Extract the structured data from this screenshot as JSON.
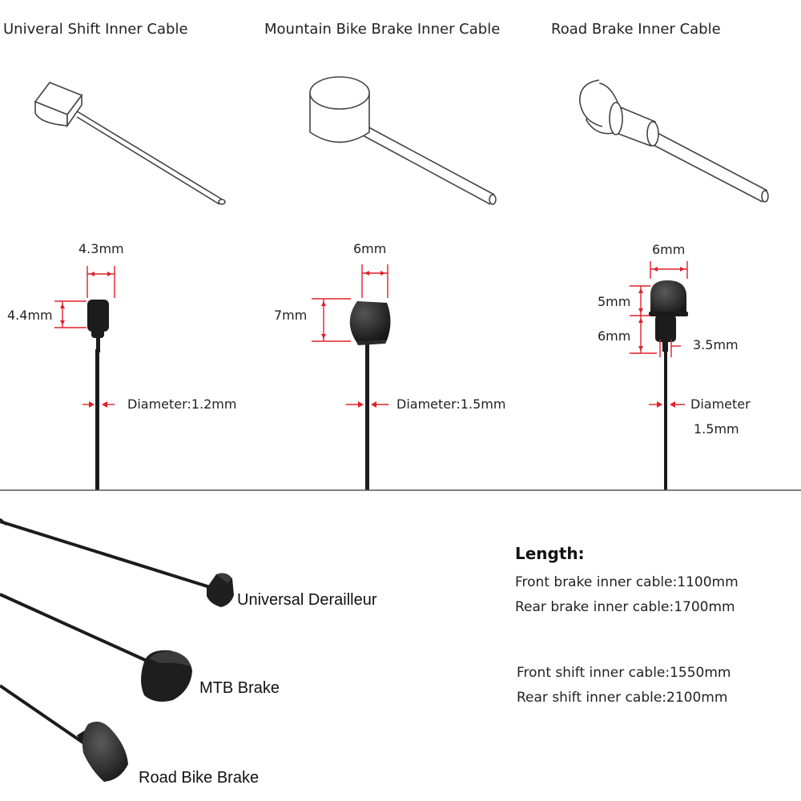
{
  "titles": {
    "shift": "Univeral Shift Inner Cable",
    "mtb": "Mountain Bike Brake Inner Cable",
    "road": "Road Brake Inner Cable"
  },
  "dims": {
    "shift": {
      "width": "4.3mm",
      "height": "4.4mm",
      "diameter": "Diameter:1.2mm"
    },
    "mtb": {
      "width": "6mm",
      "height": "7mm",
      "diameter": "Diameter:1.5mm"
    },
    "road": {
      "width": "6mm",
      "cap_height": "5mm",
      "neck_height": "6mm",
      "neck_width": "3.5mm",
      "diameter_line1": "Diameter",
      "diameter_line2": "1.5mm"
    }
  },
  "length": {
    "heading": "Length:",
    "front_brake": "Front brake inner cable:1100mm",
    "rear_brake": "Rear brake inner cable:1700mm",
    "front_shift": "Front shift inner cable:1550mm",
    "rear_shift": "Rear shift inner cable:2100mm"
  },
  "photo_labels": {
    "derailleur": "Universal Derailleur",
    "mtb": "MTB Brake",
    "road": "Road Bike Brake"
  },
  "colors": {
    "dimension_red": "#e0202a",
    "cable_black": "#1c1c1c",
    "outline": "#444444"
  }
}
